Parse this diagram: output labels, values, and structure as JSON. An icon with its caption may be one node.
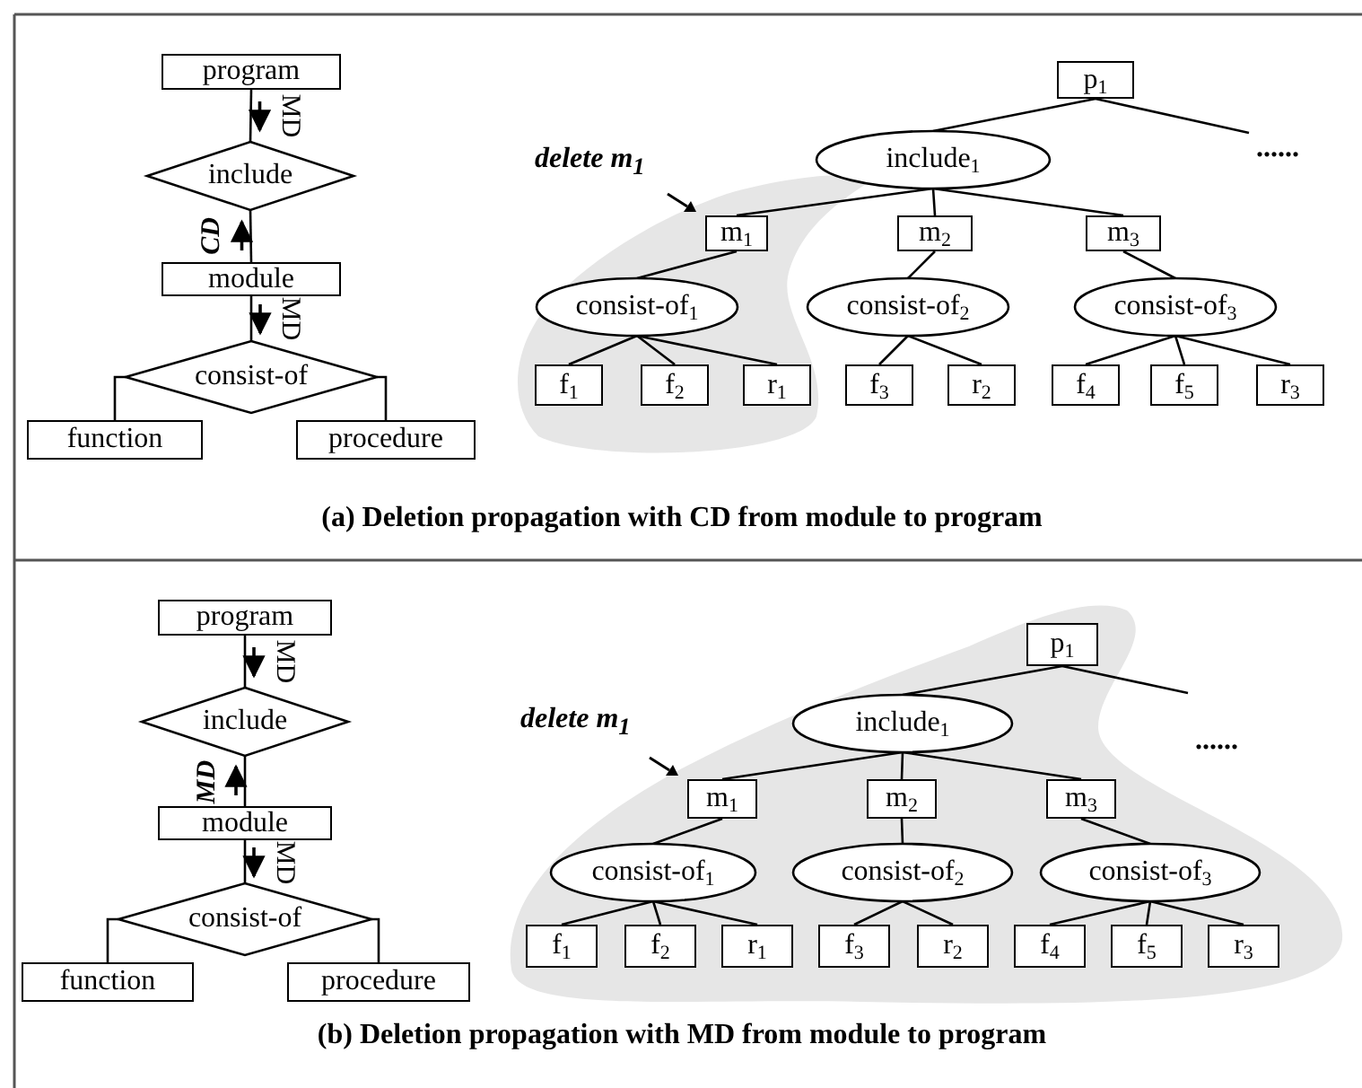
{
  "diagram": {
    "nodes": [
      {
        "text": [
          "program"
        ]
      },
      {
        "text": [
          "include"
        ]
      },
      {
        "text": [
          "module"
        ]
      },
      {
        "text": [
          "consist-of"
        ]
      },
      {
        "text": [
          "function"
        ]
      },
      {
        "text": [
          "procedure"
        ]
      },
      {
        "text": [
          "p$_{1}$"
        ]
      },
      {
        "text": [
          "include$_{1}$"
        ]
      },
      {
        "text": [
          "......"
        ]
      },
      {
        "text": [
          "m$_{1}$"
        ]
      },
      {
        "text": [
          "m$_{2}$"
        ]
      },
      {
        "text": [
          "m$_{3}$"
        ]
      },
      {
        "text": [
          "consist-of$_{1}$"
        ]
      },
      {
        "text": [
          "consist-of$_{2}$"
        ]
      },
      {
        "text": [
          "consist-of$_{3}$"
        ]
      },
      {
        "text": [
          "f$_{1}$"
        ]
      },
      {
        "text": [
          "f$_{2}$"
        ]
      },
      {
        "text": [
          "r$_{1}$"
        ]
      },
      {
        "text": [
          "f$_{3}$"
        ]
      },
      {
        "text": [
          "r$_{2}$"
        ]
      },
      {
        "text": [
          "f$_{4}$"
        ]
      },
      {
        "text": [
          "f$_{5}$"
        ]
      },
      {
        "text": [
          "r$_{3}$"
        ]
      },
      {
        "text": [
          "program"
        ]
      },
      {
        "text": [
          "include"
        ]
      },
      {
        "text": [
          "module"
        ]
      },
      {
        "text": [
          "consist-of"
        ]
      },
      {
        "text": [
          "function"
        ]
      },
      {
        "text": [
          "procedure"
        ]
      },
      {
        "text": [
          "p$_{1}$"
        ]
      },
      {
        "text": [
          "include$_{1}$"
        ]
      },
      {
        "text": [
          "......"
        ]
      },
      {
        "text": [
          "m$_{1}$"
        ]
      },
      {
        "text": [
          "m$_{2}$"
        ]
      },
      {
        "text": [
          "m$_{3}$"
        ]
      },
      {
        "text": [
          "consist-of$_{1}$"
        ]
      },
      {
        "text": [
          "consist-of$_{2}$"
        ]
      },
      {
        "text": [
          "consist-of$_{3}$"
        ]
      },
      {
        "text": [
          "f$_{1}$"
        ]
      },
      {
        "text": [
          "f$_{2}$"
        ]
      },
      {
        "text": [
          "r$_{1}$"
        ]
      },
      {
        "text": [
          "f$_{3}$"
        ]
      },
      {
        "text": [
          "r$_{2}$"
        ]
      },
      {
        "text": [
          "f$_{4}$"
        ]
      },
      {
        "text": [
          "f$_{5}$"
        ]
      },
      {
        "text": [
          "r$_{3}$"
        ]
      }
    ],
    "edges": [
      {
        "from": 0,
        "to": 1,
        "arrow": "to",
        "label": "MD"
      },
      {
        "from": 2,
        "to": 1,
        "arrow": "to",
        "label": "CD"
      },
      {
        "from": 2,
        "to": 3,
        "arrow": "to",
        "label": "MD"
      },
      {
        "from": 3,
        "to": 4,
        "arrow": "none"
      },
      {
        "from": 3,
        "to": 5,
        "arrow": "none"
      },
      {
        "from": 6,
        "to": 7,
        "arrow": "none"
      },
      {
        "from": 6,
        "to": 8,
        "arrow": "none"
      },
      {
        "from": 7,
        "to": 9,
        "arrow": "none"
      },
      {
        "from": 7,
        "to": 10,
        "arrow": "none"
      },
      {
        "from": 7,
        "to": 11,
        "arrow": "none"
      },
      {
        "from": 9,
        "to": 12,
        "arrow": "none"
      },
      {
        "from": 10,
        "to": 13,
        "arrow": "none"
      },
      {
        "from": 11,
        "to": 14,
        "arrow": "none"
      },
      {
        "from": 12,
        "to": 15,
        "arrow": "none"
      },
      {
        "from": 12,
        "to": 16,
        "arrow": "none"
      },
      {
        "from": 12,
        "to": 17,
        "arrow": "none"
      },
      {
        "from": 13,
        "to": 18,
        "arrow": "none"
      },
      {
        "from": 13,
        "to": 19,
        "arrow": "none"
      },
      {
        "from": 14,
        "to": 20,
        "arrow": "none"
      },
      {
        "from": 14,
        "to": 21,
        "arrow": "none"
      },
      {
        "from": 14,
        "to": 22,
        "arrow": "none"
      },
      {
        "from": 23,
        "to": 24,
        "arrow": "to",
        "label": "MD"
      },
      {
        "from": 25,
        "to": 24,
        "arrow": "to",
        "label": "MD"
      },
      {
        "from": 25,
        "to": 26,
        "arrow": "to",
        "label": "MD"
      },
      {
        "from": 26,
        "to": 27,
        "arrow": "none"
      },
      {
        "from": 26,
        "to": 28,
        "arrow": "none"
      },
      {
        "from": 29,
        "to": 30,
        "arrow": "none"
      },
      {
        "from": 29,
        "to": 31,
        "arrow": "none"
      },
      {
        "from": 30,
        "to": 32,
        "arrow": "none"
      },
      {
        "from": 30,
        "to": 33,
        "arrow": "none"
      },
      {
        "from": 30,
        "to": 34,
        "arrow": "none"
      },
      {
        "from": 32,
        "to": 35,
        "arrow": "none"
      },
      {
        "from": 33,
        "to": 36,
        "arrow": "none"
      },
      {
        "from": 34,
        "to": 37,
        "arrow": "none"
      },
      {
        "from": 35,
        "to": 38,
        "arrow": "none"
      },
      {
        "from": 35,
        "to": 39,
        "arrow": "none"
      },
      {
        "from": 35,
        "to": 40,
        "arrow": "none"
      },
      {
        "from": 36,
        "to": 41,
        "arrow": "none"
      },
      {
        "from": 36,
        "to": 42,
        "arrow": "none"
      },
      {
        "from": 37,
        "to": 43,
        "arrow": "none"
      },
      {
        "from": 37,
        "to": 44,
        "arrow": "none"
      },
      {
        "from": 37,
        "to": 45,
        "arrow": "none"
      }
    ],
    "labels": [
      "delete m$_{1}$",
      "(a) Deletion propagation with CD from module to program",
      "delete m$_{1}$",
      "(b) Deletion propagation with MD from module to program"
    ]
  }
}
